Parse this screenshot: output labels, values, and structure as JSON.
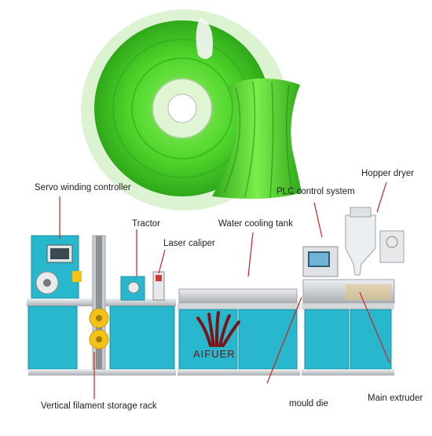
{
  "labels": {
    "servo": "Servo winding controller",
    "plc": "PLC control system",
    "hopper": "Hopper dryer",
    "tractor": "Tractor",
    "water": "Water cooling tank",
    "laser": "Laser caliper",
    "rack": "Vertical filament storage rack",
    "mould": "mould die",
    "extruder": "Main extruder"
  },
  "brand": {
    "name": "AIFUER"
  },
  "colors": {
    "filament": "#4fd52b",
    "filament_dark": "#2fa81a",
    "cabinet": "#28b7cc",
    "cabinet_dark": "#1a8fa3",
    "frame": "#c9cdd1",
    "logo": "#7a1418",
    "reel": "#f2c21b"
  }
}
